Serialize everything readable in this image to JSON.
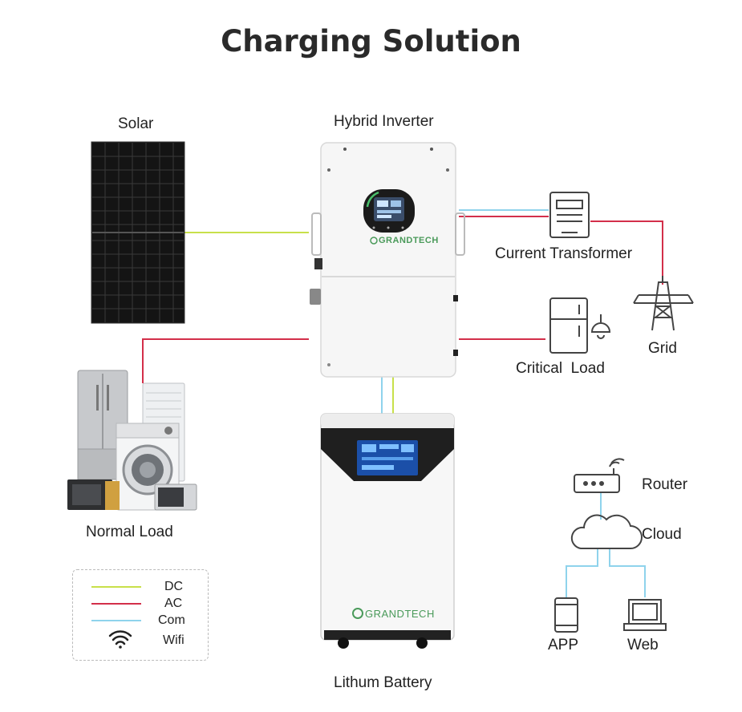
{
  "title": "Charging Solution",
  "nodes": {
    "solar": "Solar",
    "inverter": "Hybrid Inverter",
    "current_transformer": "Current Transformer",
    "grid": "Grid",
    "critical_load": "Critical  Load",
    "normal_load": "Normal Load",
    "battery": "Lithum Battery",
    "router": "Router",
    "cloud": "Cloud",
    "app": "APP",
    "web": "Web"
  },
  "brand": {
    "inverter_logo": "GRANDTECH",
    "battery_logo": "GRANDTECH"
  },
  "legend": {
    "items": [
      {
        "label": "DC",
        "color": "#c8e04a"
      },
      {
        "label": "AC",
        "color": "#d32f4a"
      },
      {
        "label": "Com",
        "color": "#8fd3ec"
      },
      {
        "label": "Wifi",
        "icon": "wifi-icon"
      }
    ]
  },
  "colors": {
    "dc": "#c8e04a",
    "ac": "#d32f4a",
    "com": "#8fd3ec"
  }
}
